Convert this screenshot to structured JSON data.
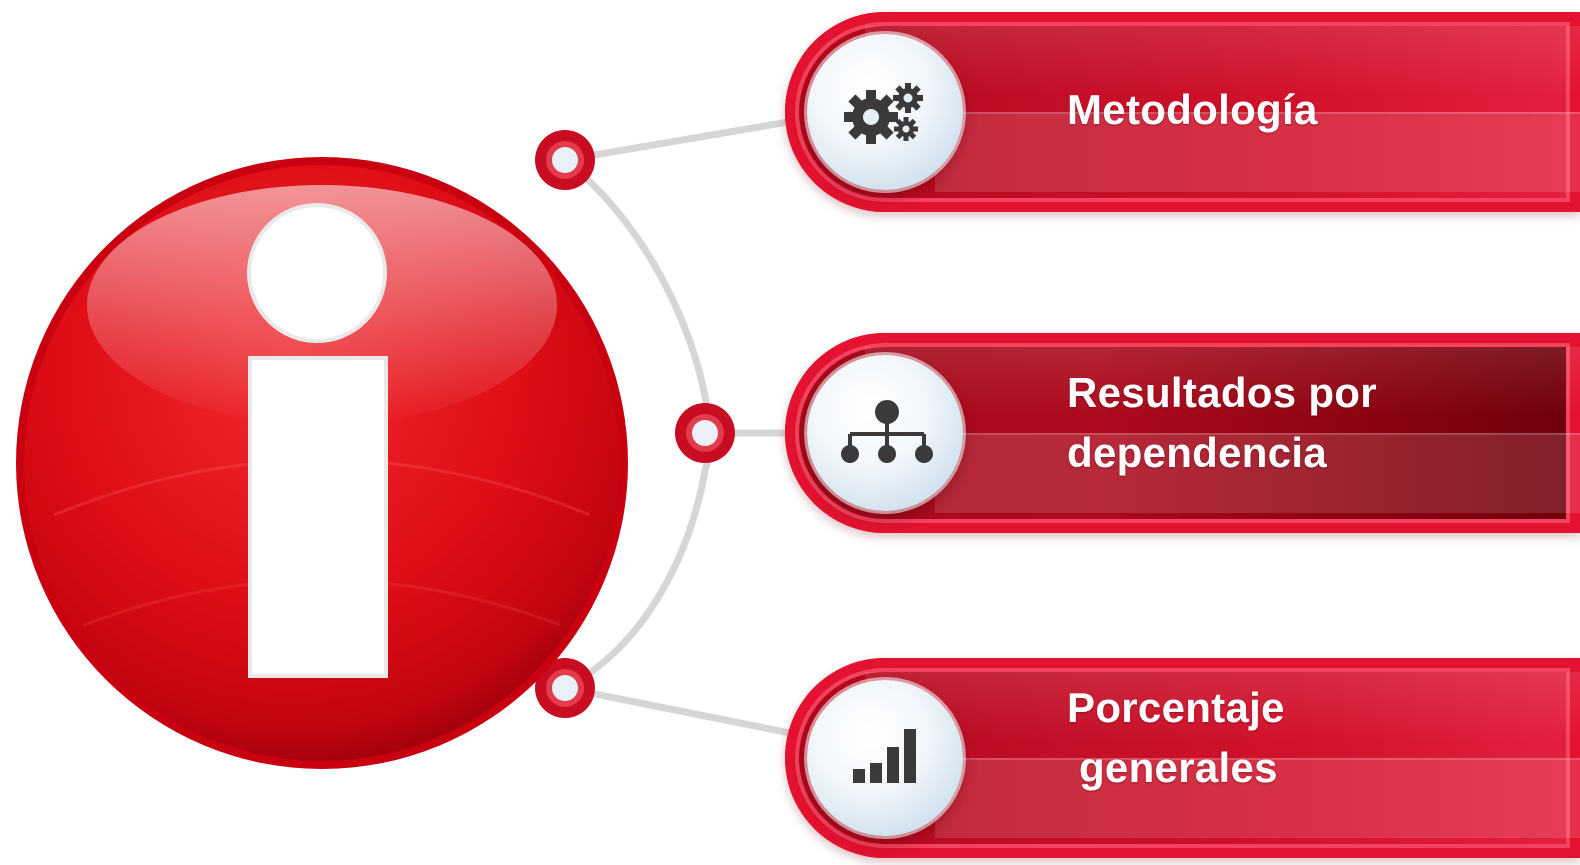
{
  "items": [
    {
      "label_lines": [
        "Metodología"
      ],
      "icon": "gears-icon"
    },
    {
      "label_lines": [
        "Resultados por",
        "dependencia"
      ],
      "icon": "hierarchy-icon"
    },
    {
      "label_lines": [
        "Porcentaje",
        " generales"
      ],
      "icon": "bar-chart-icon"
    }
  ],
  "central_icon": "info-icon",
  "colors": {
    "accent_red": "#d3122c",
    "dark_red": "#8a0311",
    "connector_gray": "#d4d4d4",
    "icon_dark": "#3a3a3a"
  }
}
